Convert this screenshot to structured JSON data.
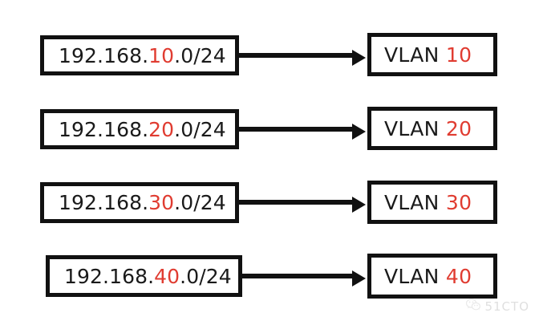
{
  "diagram": {
    "type": "mapping-diagram",
    "title": "",
    "description": "Four IPv4 subnets mapped one-to-one onto four VLANs",
    "arrow_icon": "arrow-right-icon",
    "colors": {
      "highlight": "#e03c31",
      "text": "#1a1a1a",
      "border": "#111111",
      "background": "#ffffff"
    },
    "rows": [
      {
        "subnet": {
          "prefix": "192.168.",
          "highlight": "10",
          "suffix": ".0/24",
          "full": "192.168.10.0/24"
        },
        "vlan": {
          "label": "VLAN ",
          "highlight": "10",
          "full": "VLAN 10"
        }
      },
      {
        "subnet": {
          "prefix": "192.168.",
          "highlight": "20",
          "suffix": ".0/24",
          "full": "192.168.20.0/24"
        },
        "vlan": {
          "label": "VLAN ",
          "highlight": "20",
          "full": "VLAN 20"
        }
      },
      {
        "subnet": {
          "prefix": "192.168.",
          "highlight": "30",
          "suffix": ".0/24",
          "full": "192.168.30.0/24"
        },
        "vlan": {
          "label": "VLAN ",
          "highlight": "30",
          "full": "VLAN 30"
        }
      },
      {
        "subnet": {
          "prefix": "192.168.",
          "highlight": "40",
          "suffix": ".0/24",
          "full": "192.168.40.0/24"
        },
        "vlan": {
          "label": "VLAN ",
          "highlight": "40",
          "full": "VLAN 40"
        }
      }
    ]
  },
  "watermark": {
    "icon": "wechat-icon",
    "text": "51CTO"
  }
}
